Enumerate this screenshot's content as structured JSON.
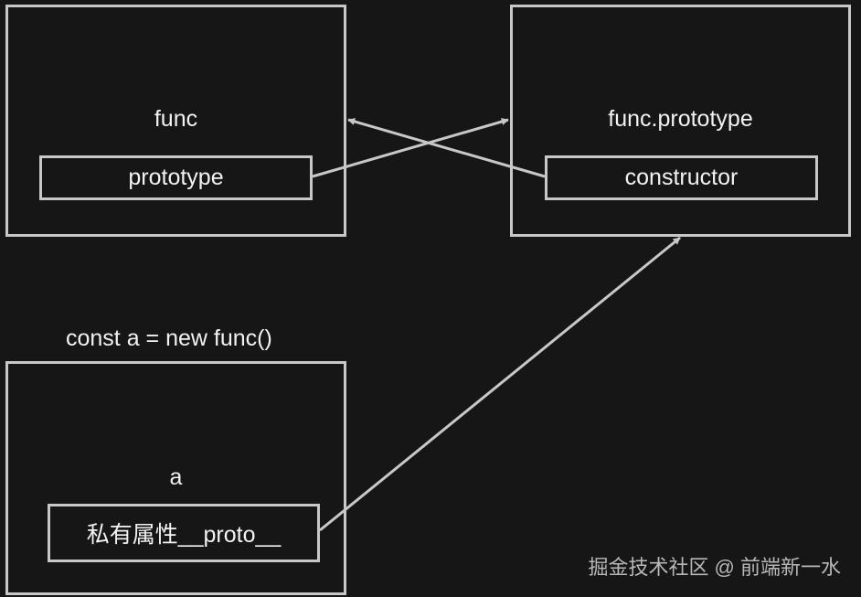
{
  "func_box": {
    "title": "func",
    "property": "prototype"
  },
  "prototype_box": {
    "title": "func.prototype",
    "property": "constructor"
  },
  "instance_box": {
    "caption": "const a = new func()",
    "title": "a",
    "property": "私有属性__proto__"
  },
  "watermark": "掘金技术社区 @ 前端新一水",
  "colors": {
    "background": "#161616",
    "line": "#c8c8c8",
    "text": "#f2f2f2"
  }
}
